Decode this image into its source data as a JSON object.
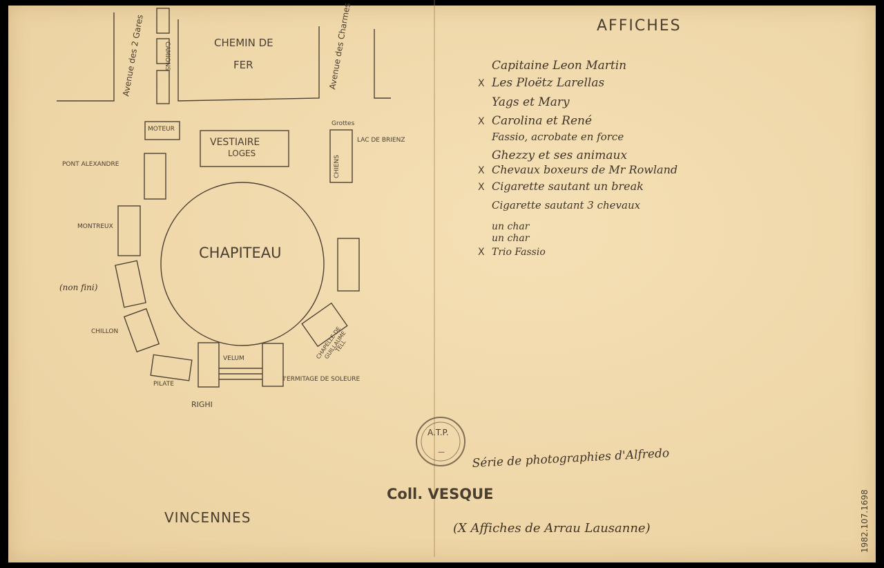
{
  "plan": {
    "avenue_gares": "Avenue des 2 Gares",
    "chemin_de_fer_1": "CHEMIN DE",
    "chemin_de_fer_2": "FER",
    "avenue_charmes": "Avenue des Charmes",
    "camions": "CAMIONS",
    "moteur": "MOTEUR",
    "vestiaire_1": "VESTIAIRE",
    "vestiaire_2": "LOGES",
    "grottes": "Grottes",
    "chiens": "CHIENS",
    "lac_de_brienz": "LAC DE BRIENZ",
    "pont_alexandre": "PONT ALEXANDRE",
    "montreux": "MONTREUX",
    "non_fini": "(non fini)",
    "chillon": "CHILLON",
    "pilate": "PILATE",
    "righi": "RIGHI",
    "velum": "VELUM",
    "ermitage": "l'ERMITAGE DE SOLEURE",
    "chapelle_1": "CHAPELLE DE",
    "chapelle_2": "GUILLAUME",
    "chapelle_3": "TELL",
    "chapiteau": "CHAPITEAU",
    "vincennes": "VINCENNES"
  },
  "affiches": {
    "title": "AFFICHES",
    "items": [
      {
        "mark": "",
        "text": "Capitaine Leon Martin"
      },
      {
        "mark": "X",
        "text": "Les Ploëtz Larellas"
      },
      {
        "mark": "",
        "text": "Yags et Mary"
      },
      {
        "mark": "X",
        "text": "Carolina et René"
      },
      {
        "mark": "",
        "text": "Fassio, acrobate en force"
      },
      {
        "mark": "",
        "text": "Ghezzy et ses animaux"
      },
      {
        "mark": "X",
        "text": "Chevaux boxeurs de Mr Rowland"
      },
      {
        "mark": "X",
        "text": "Cigarette sautant un break"
      },
      {
        "mark": "",
        "text": "Cigarette sautant 3 chevaux"
      },
      {
        "mark": "",
        "text": "un char"
      },
      {
        "mark": "",
        "text": "un char"
      },
      {
        "mark": "X",
        "text": "Trio Fassio"
      }
    ]
  },
  "stamp": {
    "text": "A.T.P."
  },
  "serie": "Série de photographies d'Alfredo",
  "collection": "Coll. VESQUE",
  "footnote": "(X Affiches de Arrau Lausanne)",
  "inventory": "1982.107.1698"
}
